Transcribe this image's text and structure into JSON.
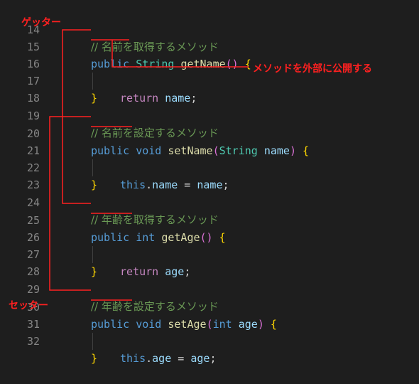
{
  "editor": {
    "lines": [
      {
        "n": "14",
        "comment": "// 名前を取得するメソッド"
      },
      {
        "n": "15"
      },
      {
        "n": "16"
      },
      {
        "n": "17"
      },
      {
        "n": "18"
      },
      {
        "n": "19",
        "comment": "// 名前を設定するメソッド"
      },
      {
        "n": "20"
      },
      {
        "n": "21"
      },
      {
        "n": "22"
      },
      {
        "n": "23"
      },
      {
        "n": "24",
        "comment": "// 年齢を取得するメソッド"
      },
      {
        "n": "25"
      },
      {
        "n": "26"
      },
      {
        "n": "27"
      },
      {
        "n": "28"
      },
      {
        "n": "29",
        "comment": "// 年齢を設定するメソッド"
      },
      {
        "n": "30"
      },
      {
        "n": "31"
      },
      {
        "n": "32"
      }
    ],
    "tokens": {
      "public": "public",
      "string": "String",
      "void": "void",
      "int": "int",
      "return": "return",
      "this": "this",
      "getName": "getName",
      "setName": "setName",
      "getAge": "getAge",
      "setAge": "setAge",
      "name": "name",
      "age": "age",
      "open_brace": "{",
      "close_brace": "}",
      "semicolon": ";",
      "dot": ".",
      "eq": " = ",
      "lparen": "(",
      "rparen": ")",
      "empty_parens": "()"
    }
  },
  "annotations": {
    "getter_label": "ゲッター",
    "setter_label": "セッター",
    "public_method_label": "メソッドを外部に公開する",
    "color": "#ff2020"
  }
}
